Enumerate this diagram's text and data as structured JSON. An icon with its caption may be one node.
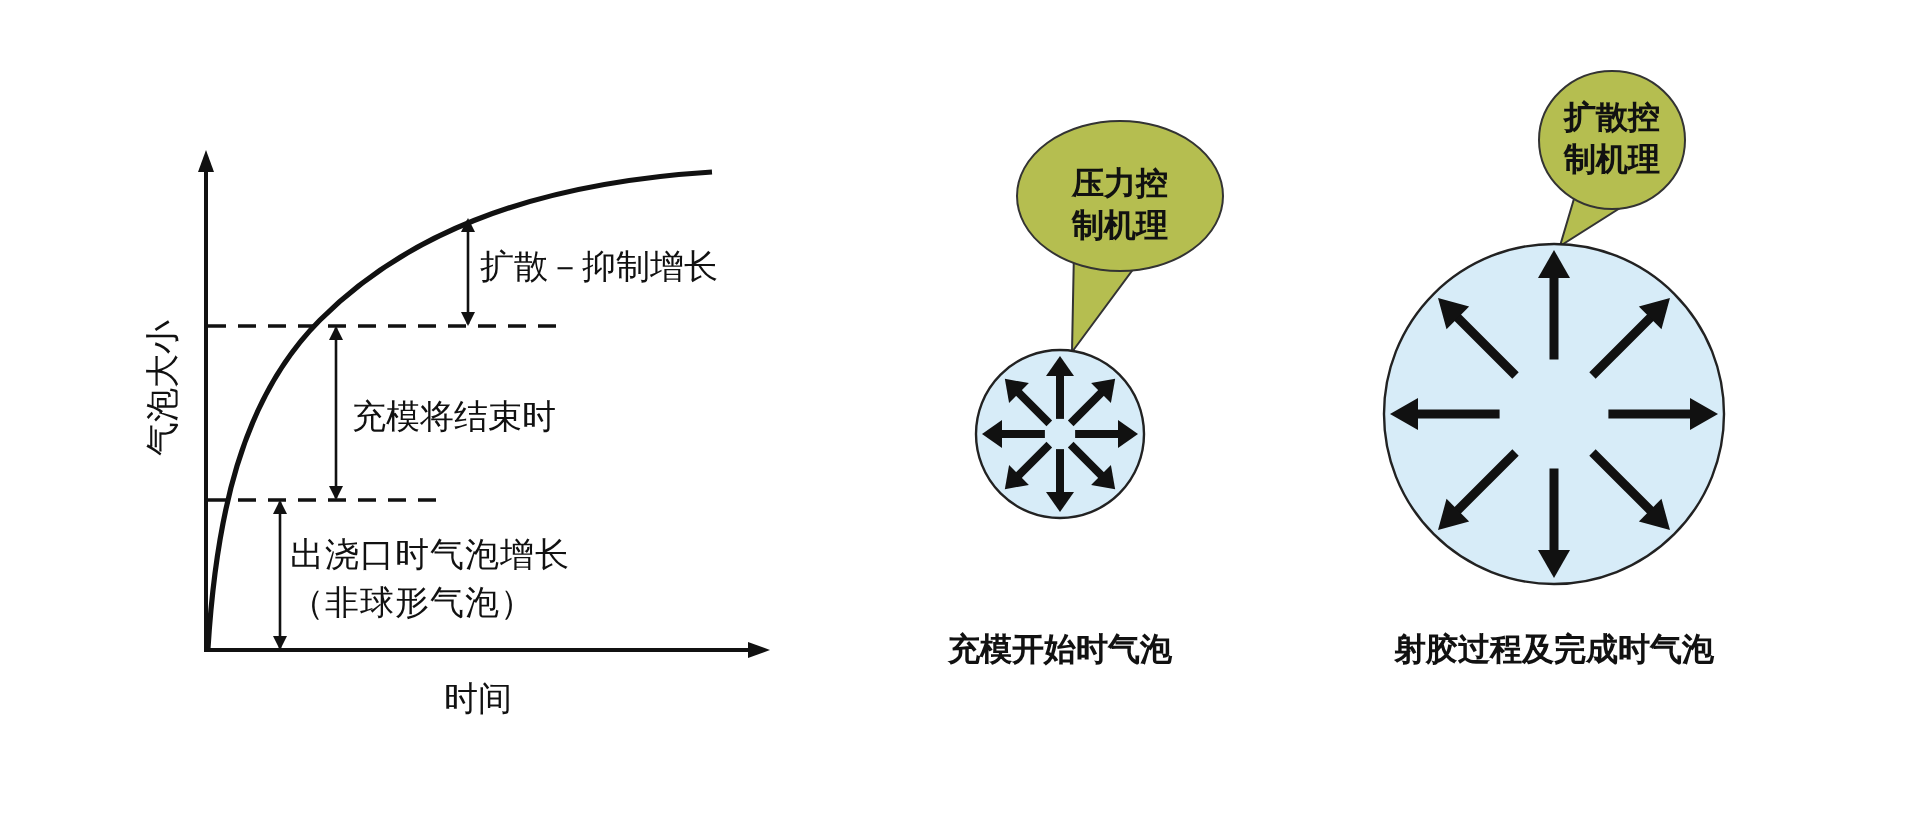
{
  "diagram": {
    "nodes": [
      {
        "text": [
          "压力控制机理"
        ]
      },
      {
        "text": [],
        "shape": "circle",
        "beside": [
          "充模开始时气泡"
        ]
      },
      {
        "text": [
          "扩散控制机理"
        ]
      },
      {
        "text": [],
        "shape": "circle",
        "beside": [
          "射胶过程及完成时气泡"
        ]
      }
    ],
    "edges": [],
    "labels": [
      "扩散－抑制增长",
      "充模将结束时",
      "出浇口时气泡增长（非球形气泡）",
      "气泡大小",
      "时间"
    ]
  }
}
